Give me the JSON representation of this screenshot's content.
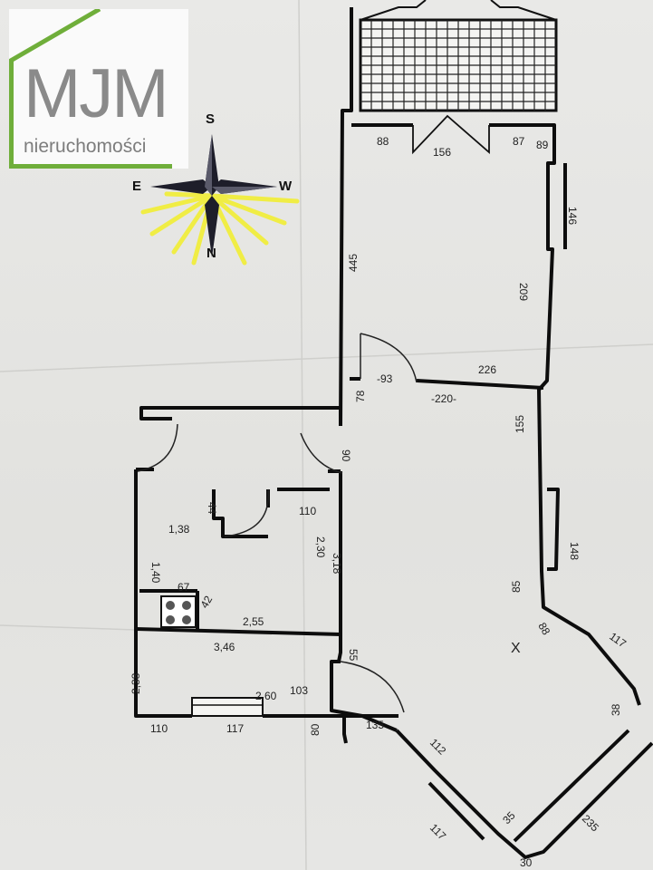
{
  "logo": {
    "brand": "MJM",
    "tagline": "nieruchomości",
    "colors": {
      "bar": "#6fae3a",
      "text": "#8a8a8a"
    }
  },
  "compass": {
    "labels": {
      "top": "S",
      "left": "E",
      "right": "W",
      "bottom": "N"
    },
    "ray_color": "#f2ef2a"
  },
  "dimensions": {
    "d1": "88",
    "d2": "156",
    "d3": "87",
    "d4": "89",
    "d5": "146",
    "d6": "445",
    "d7": "209",
    "d8": "226",
    "d9": "-93",
    "d10": "-220-",
    "d11": "78",
    "d12": "155",
    "d13": "90",
    "d14": "44",
    "d15": "110",
    "d16": "1,38",
    "d17": "2,30",
    "d18": "3,18",
    "d19": "1,40",
    "d20": "148",
    "d21": "67",
    "d22": "2,55",
    "d23": "42",
    "d24": "85",
    "d25": "88",
    "d26": "117",
    "d27": "3,46",
    "d28": "55",
    "d29": "2,60",
    "d30": "2,38",
    "d31": "80",
    "d32": "135",
    "d33": "112",
    "d34": "38",
    "d35": "110",
    "d36": "103",
    "d37": "117",
    "d38": "117",
    "d39": "235",
    "d40": "35",
    "d41": "30",
    "d42": "X"
  }
}
